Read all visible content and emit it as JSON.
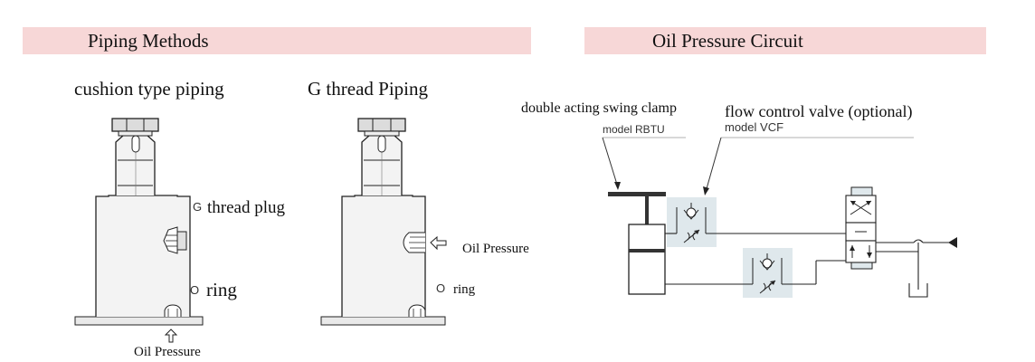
{
  "colors": {
    "banner_bg": "#f7d7d7",
    "valve_box": "#dfe8ec",
    "body_fill": "#f2f2f2",
    "line": "#222222"
  },
  "piping": {
    "title": "Piping Methods",
    "cushion": {
      "title": "cushion type piping",
      "plug_prefix": "G",
      "plug_label": "thread plug",
      "ring_prefix": "O",
      "ring_label": "ring",
      "oil_label": "Oil Pressure"
    },
    "gthread": {
      "title": "G thread Piping",
      "oil_label": "Oil Pressure",
      "ring_prefix": "O",
      "ring_label": "ring"
    }
  },
  "circuit": {
    "title": "Oil Pressure Circuit",
    "clamp_label": "double acting swing clamp",
    "clamp_model": "model RBTU",
    "valve_label": "flow control valve (optional)",
    "valve_model": "model VCF"
  }
}
